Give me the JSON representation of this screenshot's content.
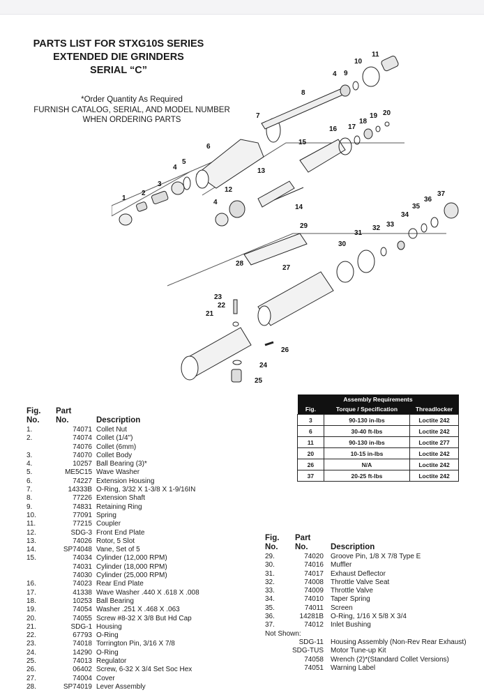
{
  "header": {
    "title_line1": "PARTS LIST FOR STXG10S SERIES",
    "title_line2": "EXTENDED DIE GRINDERS",
    "title_line3": "SERIAL “C”"
  },
  "note": {
    "line1": "*Order Quantity As Required",
    "line2": "FURNISH CATALOG, SERIAL, AND MODEL NUMBER",
    "line3": "WHEN ORDERING PARTS"
  },
  "diagram": {
    "callouts": [
      "1",
      "2",
      "3",
      "4",
      "5",
      "6",
      "7",
      "8",
      "4",
      "9",
      "10",
      "11",
      "12",
      "13",
      "14",
      "15",
      "16",
      "17",
      "18",
      "19",
      "20",
      "4",
      "29",
      "28",
      "27",
      "30",
      "31",
      "32",
      "33",
      "34",
      "35",
      "36",
      "37",
      "23",
      "22",
      "21",
      "26",
      "24",
      "25"
    ]
  },
  "parts_header": {
    "fig_l1": "Fig.",
    "fig_l2": "No.",
    "part_l1": "Part",
    "part_l2": "No.",
    "desc": "Description"
  },
  "parts_left": [
    {
      "fig": "1.",
      "part": "74071",
      "desc": "Collet Nut"
    },
    {
      "fig": "2.",
      "part": "74074",
      "desc": "Collet (1/4\")"
    },
    {
      "fig": "",
      "part": "74076",
      "desc": "Collet (6mm)"
    },
    {
      "fig": "3.",
      "part": "74070",
      "desc": "Collet Body"
    },
    {
      "fig": "4.",
      "part": "10257",
      "desc": "Ball Bearing (3)*"
    },
    {
      "fig": "5.",
      "part": "ME5C15",
      "desc": "Wave Washer"
    },
    {
      "fig": "6.",
      "part": "74227",
      "desc": "Extension Housing"
    },
    {
      "fig": "7.",
      "part": "14333B",
      "desc": "O-Ring, 3/32 X 1-3/8 X 1-9/16IN"
    },
    {
      "fig": "8.",
      "part": "77226",
      "desc": "Extension Shaft"
    },
    {
      "fig": "9.",
      "part": "74831",
      "desc": "Retaining Ring"
    },
    {
      "fig": "10.",
      "part": "77091",
      "desc": "Spring"
    },
    {
      "fig": "11.",
      "part": "77215",
      "desc": "Coupler"
    },
    {
      "fig": "12.",
      "part": "SDG-3",
      "desc": "Front End Plate"
    },
    {
      "fig": "13.",
      "part": "74026",
      "desc": "Rotor, 5 Slot"
    },
    {
      "fig": "14.",
      "part": "SP74048",
      "desc": "Vane, Set of 5"
    },
    {
      "fig": "15.",
      "part": "74034",
      "desc": "Cylinder (12,000 RPM)"
    },
    {
      "fig": "",
      "part": "74031",
      "desc": "Cylinder (18,000 RPM)"
    },
    {
      "fig": "",
      "part": "74030",
      "desc": "Cylinder (25,000 RPM)"
    },
    {
      "fig": "16.",
      "part": "74023",
      "desc": "Rear End Plate"
    },
    {
      "fig": "17.",
      "part": "41338",
      "desc": "Wave Washer .440 X .618 X .008"
    },
    {
      "fig": "18.",
      "part": "10253",
      "desc": "Ball Bearing"
    },
    {
      "fig": "19.",
      "part": "74054",
      "desc": "Washer .251 X .468 X .063"
    },
    {
      "fig": "20.",
      "part": "74055",
      "desc": "Screw #8-32 X 3/8 But Hd Cap"
    },
    {
      "fig": "21.",
      "part": "SDG-1",
      "desc": "Housing"
    },
    {
      "fig": "22.",
      "part": "67793",
      "desc": "O-Ring"
    },
    {
      "fig": "23.",
      "part": "74018",
      "desc": "Torrington Pin, 3/16 X 7/8"
    },
    {
      "fig": "24.",
      "part": "14290",
      "desc": "O-Ring"
    },
    {
      "fig": "25.",
      "part": "74013",
      "desc": "Regulator"
    },
    {
      "fig": "26.",
      "part": "06402",
      "desc": "Screw, 6-32 X 3/4 Set Soc Hex"
    },
    {
      "fig": "27.",
      "part": "74004",
      "desc": "Cover"
    },
    {
      "fig": "28.",
      "part": "SP74019",
      "desc": "Lever Assembly"
    }
  ],
  "parts_right": [
    {
      "fig": "29.",
      "part": "74020",
      "desc": "Groove Pin, 1/8 X 7/8 Type E"
    },
    {
      "fig": "30.",
      "part": "74016",
      "desc": "Muffler"
    },
    {
      "fig": "31.",
      "part": "74017",
      "desc": "Exhaust Deflector"
    },
    {
      "fig": "32.",
      "part": "74008",
      "desc": "Throttle Valve Seat"
    },
    {
      "fig": "33.",
      "part": "74009",
      "desc": "Throttle Valve"
    },
    {
      "fig": "34.",
      "part": "74010",
      "desc": "Taper Spring"
    },
    {
      "fig": "35.",
      "part": "74011",
      "desc": "Screen"
    },
    {
      "fig": "36.",
      "part": "14281B",
      "desc": "O-Ring, 1/16 X 5/8 X 3/4"
    },
    {
      "fig": "37.",
      "part": "74012",
      "desc": "Inlet Bushing"
    },
    {
      "fig": "Not Shown:",
      "part": "",
      "desc": ""
    },
    {
      "fig": "",
      "part": "SDG-11",
      "desc": "Housing Assembly (Non-Rev Rear Exhaust)"
    },
    {
      "fig": "",
      "part": "SDG-TUS",
      "desc": "Motor Tune-up Kit"
    },
    {
      "fig": "",
      "part": "74058",
      "desc": "Wrench (2)*(Standard Collet Versions)"
    },
    {
      "fig": "",
      "part": "74051",
      "desc": "Warning Label"
    }
  ],
  "assembly": {
    "title": "Assembly Requirements",
    "columns": [
      "Fig.",
      "Torque / Specification",
      "Threadlocker"
    ],
    "rows": [
      [
        "3",
        "90-130 in-lbs",
        "Loctite 242"
      ],
      [
        "6",
        "30-40 ft-lbs",
        "Loctite 242"
      ],
      [
        "11",
        "90-130 in-lbs",
        "Loctite 277"
      ],
      [
        "20",
        "10-15 in-lbs",
        "Loctite 242"
      ],
      [
        "26",
        "N/A",
        "Loctite 242"
      ],
      [
        "37",
        "20-25 ft-lbs",
        "Loctite 242"
      ]
    ]
  }
}
